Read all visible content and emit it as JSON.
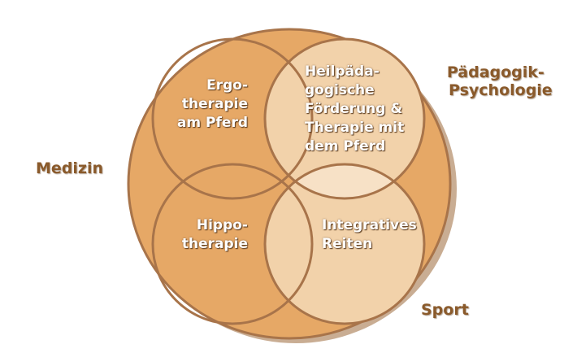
{
  "diagram": {
    "outer_labels": {
      "medizin": "Medizin",
      "paedagogik_line1": "Pädagogik-",
      "paedagogik_line2": "Psychologie",
      "sport": "Sport"
    },
    "circles": {
      "ergo": [
        "Ergo-",
        "therapie",
        "am Pferd"
      ],
      "heilpaed": [
        "Heilpäda-",
        "gogische",
        "Förderung &",
        "Therapie mit",
        "dem Pferd"
      ],
      "hippo": [
        "Hippo-",
        "therapie"
      ],
      "integrativ": [
        "Integratives",
        "Reiten"
      ]
    },
    "colors": {
      "outer_fill": "#e6a866",
      "outer_stroke": "#a8744a",
      "light_fill": "#f2d2aa",
      "lighter_fill": "#f7e1c6",
      "shadow": "#c9ad93",
      "label_color": "#8a5a2b"
    }
  }
}
